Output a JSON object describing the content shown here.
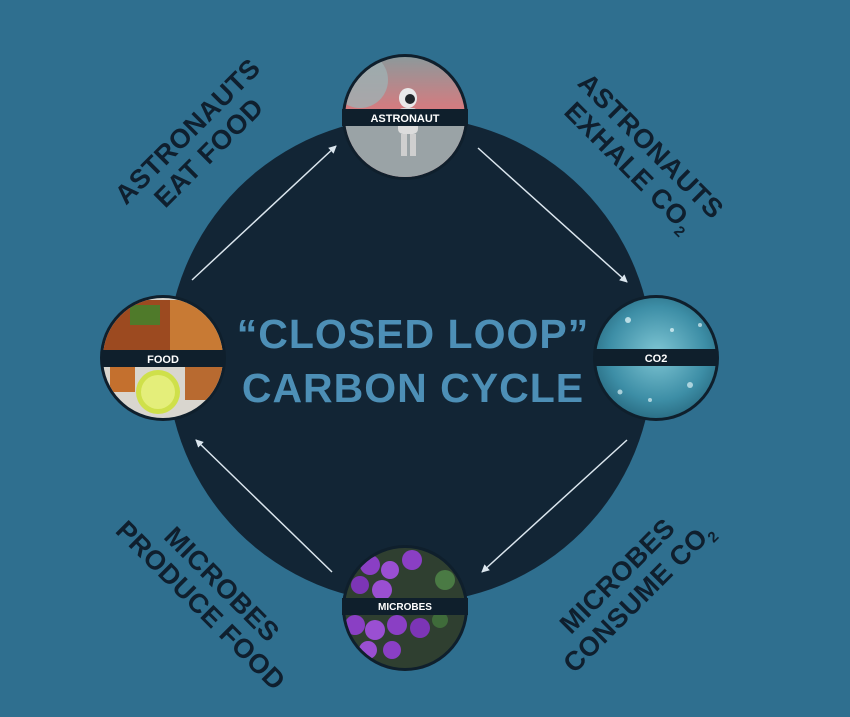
{
  "colors": {
    "background": "#2f6f8f",
    "circle": "#122535",
    "title": "#4d8fb6",
    "node_label_band": "#0f1f2c",
    "edge_text": "#0f1f2e"
  },
  "title": {
    "line1": "“CLOSED LOOP”",
    "line2": "CARBON CYCLE"
  },
  "nodes": {
    "astronaut": {
      "label": "ASTRONAUT",
      "image": "astronaut photo"
    },
    "co2": {
      "label": "CO2",
      "image": "bubbles photo"
    },
    "microbes": {
      "label": "MICROBES",
      "image": "purple microbes photo"
    },
    "food": {
      "label": "FOOD",
      "image": "food plate photo"
    }
  },
  "edges": {
    "eat": {
      "line1": "ASTRONAUTS",
      "line2": "EAT FOOD"
    },
    "exhale": {
      "line1": "ASTRONAUTS",
      "line2": "EXHALE CO",
      "sub": "2"
    },
    "consume": {
      "line1": "MICROBES",
      "line2": "CONSUME CO",
      "sub": "2"
    },
    "produce": {
      "line1": "MICROBES",
      "line2": "PRODUCE FOOD"
    }
  }
}
